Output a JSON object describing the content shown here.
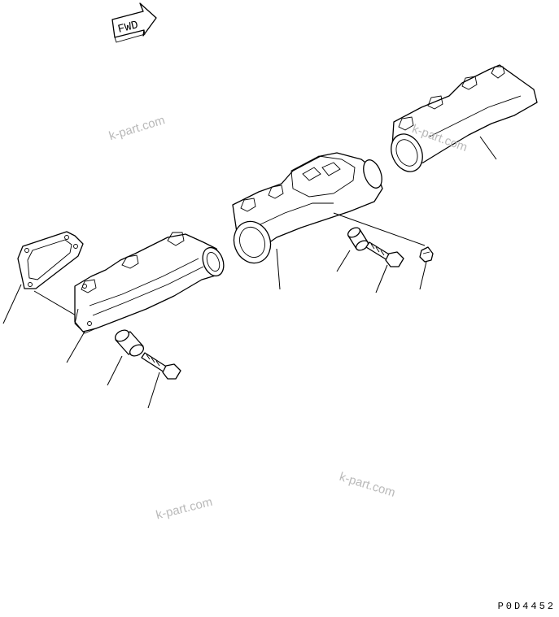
{
  "fwd_label": "FWD",
  "watermarks": [
    "k-part.com",
    "k-part.com",
    "k-part.com",
    "k-part.com"
  ],
  "drawing_id": "P0D4452",
  "icons": [
    "forward-arrow-icon"
  ]
}
